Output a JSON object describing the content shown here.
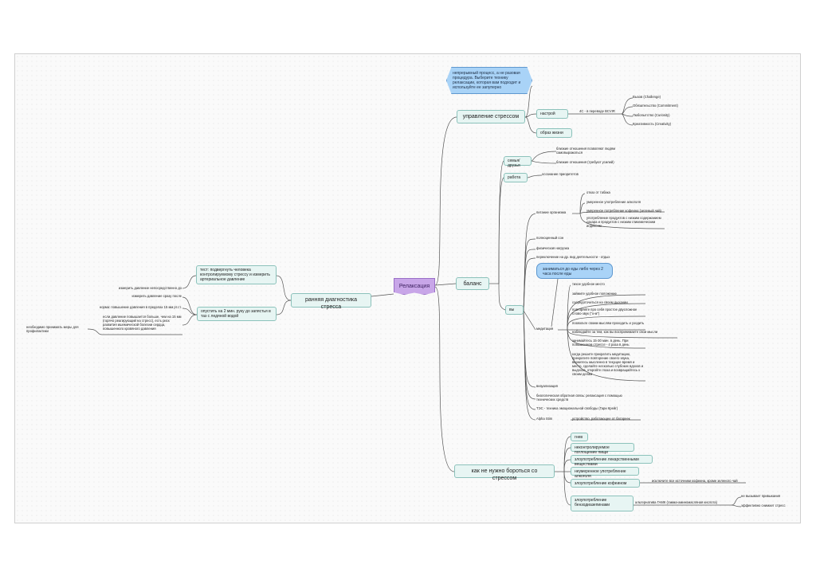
{
  "center": "Релаксация",
  "callout_top": "непрерывный процесс, а не разовая процедура. Выберите технику релаксации, которая вам подходит и используйте ее запуперно",
  "left": {
    "branch": "ранняя диагностика стресса",
    "test": "тест: подвергнуть человека контролируемому стрессу и измерить артериальное давление",
    "hand": "опустить на 2 мин. руку до запястья в таз с ледяной водой",
    "steps": [
      "измерить давление непосредственно до",
      "измерить давление сразу после",
      "норма: повышение давления в пределах 15 мм рт.ст."
    ],
    "risk": "если давление повышается больше, чем на 15 мм (горячо реагирующий на стресс), есть риск развития ишемической болезни сердца, повышенного кровяного давления",
    "cure": "необходимо принимать меры для профилактики"
  },
  "stress": {
    "branch": "управление стрессом",
    "mood": "настрой",
    "lifestyle": "образ жизни",
    "fourc": "4С - в переводе BCVIR",
    "c_items": [
      "Вызов (Challenge)",
      "Обязательство (Commitment)",
      "Любопытство (Curiosity)",
      "Креативность (Creativity)"
    ]
  },
  "balance": {
    "branch": "баланс",
    "family": "семья/друзья",
    "family_items": [
      "близкие отношения позволяют людям самовыражаться",
      "близкие отношения (требуют усилий)"
    ],
    "work": "работа",
    "work_item": "осознание приоритетов",
    "body_label": "питание организма",
    "body_items": [
      "отказ от табака",
      "умеренное употребление алкоголя",
      "умеренное потребление кофеина (зеленый чай)",
      "употребление продуктов с низким содержанием сахара и продуктов с низким гликемическим индексом"
    ],
    "sleep": "полноценный сон",
    "physical": "физическая нагрузка",
    "switch": "переключение на др. вид деятельности - отдых",
    "callout": "заниматься до еды либо через 2 часа после еды",
    "me": "вы",
    "meditation": "медитация",
    "med_items": [
      "тихое удобное место",
      "займите удобное положение",
      "сосредоточиться на своем дыхании",
      "повторяйте про себя простое двусложное слово-звук (\"о-м\")",
      "позвольте своим мыслям проходить и уходить",
      "наблюдайте за тем, как вы воспринимаете свои мысли",
      "занимайтесь 15-30 мин. в день. При повышенном стрессе - 4 раза в день",
      "когда решите прекратить медитацию, прекратите повторение своего звука, вернитесь мысленно в текущее время и место, сделайте несколько глубоких вдохов и выдохов, откройте глаза и возвращайтесь к своим делам"
    ],
    "visual": "визуализация",
    "biofeedback": "биологическая обратная связь: релаксация с помощью технических средств",
    "eft": "ТЭС - техника эмоциональной свободы (Гари Крейг)",
    "alpha": "Alpha Stim",
    "alpha_note": "устройство, работающее от батареек"
  },
  "wrong": {
    "branch": "как не нужно бороться со стрессом",
    "items": [
      "гнев",
      "неконтролируемое поглощение пищи",
      "злоупотребление лекарственными веществами",
      "неумеренное употребление алкоголя",
      "злоупотребление кофеином",
      "злоупотребление бензодиазепинами"
    ],
    "caffeine_note": "исключите все источники кофеина, кроме зеленого чай",
    "benzo_note": "альтернатива ГАМК (гамма-аминомасляная кислота)",
    "benzo_sub": [
      "не вызывает привыкания",
      "эффективно снимает стресс"
    ]
  },
  "colors": {
    "node_fill": "#e7f5f3",
    "node_border": "#8cc2bb",
    "center": "#c8a6e8",
    "callout": "#a9d3f7"
  }
}
